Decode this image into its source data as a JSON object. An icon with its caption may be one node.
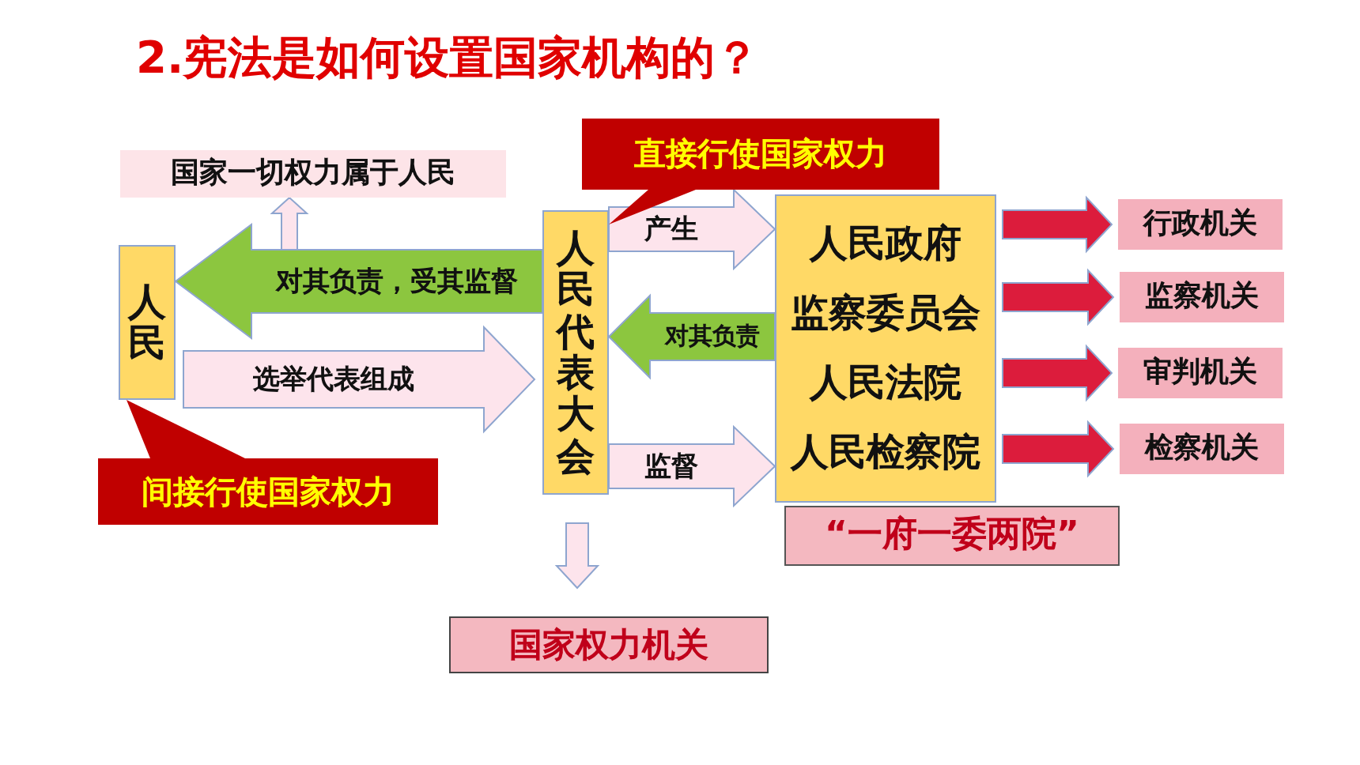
{
  "diagram": {
    "title": "2.宪法是如何设置国家机构的？",
    "nodes": [
      {
        "text": [
          "国家一切权力属于人民"
        ]
      },
      {
        "text": [
          "人民"
        ]
      },
      {
        "text": [
          "人民代表大会"
        ]
      },
      {
        "text": [
          "人民政府",
          "监察委员会",
          "人民法院",
          "人民检察院"
        ]
      },
      {
        "text": [
          "行政机关"
        ]
      },
      {
        "text": [
          "监察机关"
        ]
      },
      {
        "text": [
          "审判机关"
        ]
      },
      {
        "text": [
          "检察机关"
        ]
      },
      {
        "text": [
          "“一府一委两院”"
        ]
      },
      {
        "text": [
          "国家权力机关"
        ]
      },
      {
        "text": [
          "直接行使国家权力"
        ]
      },
      {
        "text": [
          "间接行使国家权力"
        ]
      }
    ],
    "edges": [
      {
        "from": null,
        "to": 0,
        "arrow": "to"
      },
      {
        "from": 2,
        "to": 1,
        "arrow": "to",
        "label": "对其负责，受其监督",
        "color": "#8cc63f"
      },
      {
        "from": 1,
        "to": 2,
        "arrow": "to",
        "label": "选举代表组成"
      },
      {
        "from": 2,
        "to": 3,
        "arrow": "to",
        "label": "产生"
      },
      {
        "from": 3,
        "to": 2,
        "arrow": "to",
        "label": "对其负责",
        "color": "#8cc63f"
      },
      {
        "from": 2,
        "to": 3,
        "arrow": "to",
        "label": "监督"
      },
      {
        "from": 3,
        "to": 4,
        "arrow": "to",
        "color": "#dc1c3c"
      },
      {
        "from": 3,
        "to": 5,
        "arrow": "to",
        "color": "#dc1c3c"
      },
      {
        "from": 3,
        "to": 6,
        "arrow": "to",
        "color": "#dc1c3c"
      },
      {
        "from": 3,
        "to": 7,
        "arrow": "to",
        "color": "#dc1c3c"
      },
      {
        "from": 2,
        "to": 9,
        "arrow": "to"
      },
      {
        "from": 10,
        "to": 2,
        "arrow": "none",
        "color": "#c00000"
      },
      {
        "from": 11,
        "to": 1,
        "arrow": "none",
        "color": "#c00000"
      }
    ]
  }
}
